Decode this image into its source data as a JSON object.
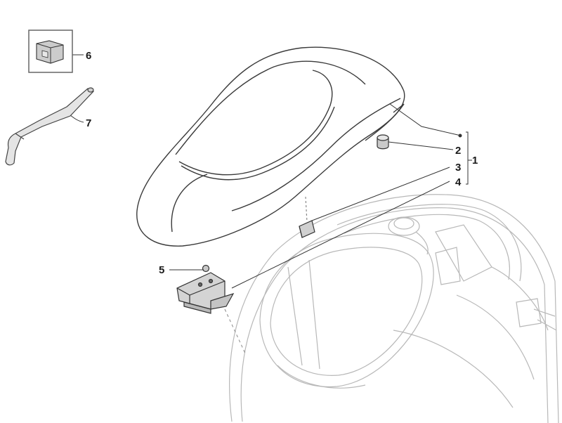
{
  "diagram": {
    "callouts": [
      {
        "id": "1",
        "label": "1"
      },
      {
        "id": "2",
        "label": "2"
      },
      {
        "id": "3",
        "label": "3"
      },
      {
        "id": "4",
        "label": "4"
      },
      {
        "id": "5",
        "label": "5"
      },
      {
        "id": "6",
        "label": "6"
      },
      {
        "id": "7",
        "label": "7"
      }
    ],
    "colors": {
      "line": "#555555",
      "light_line": "#b5b5b5",
      "part_fill": "#d8d8d8",
      "background": "#ffffff"
    }
  }
}
